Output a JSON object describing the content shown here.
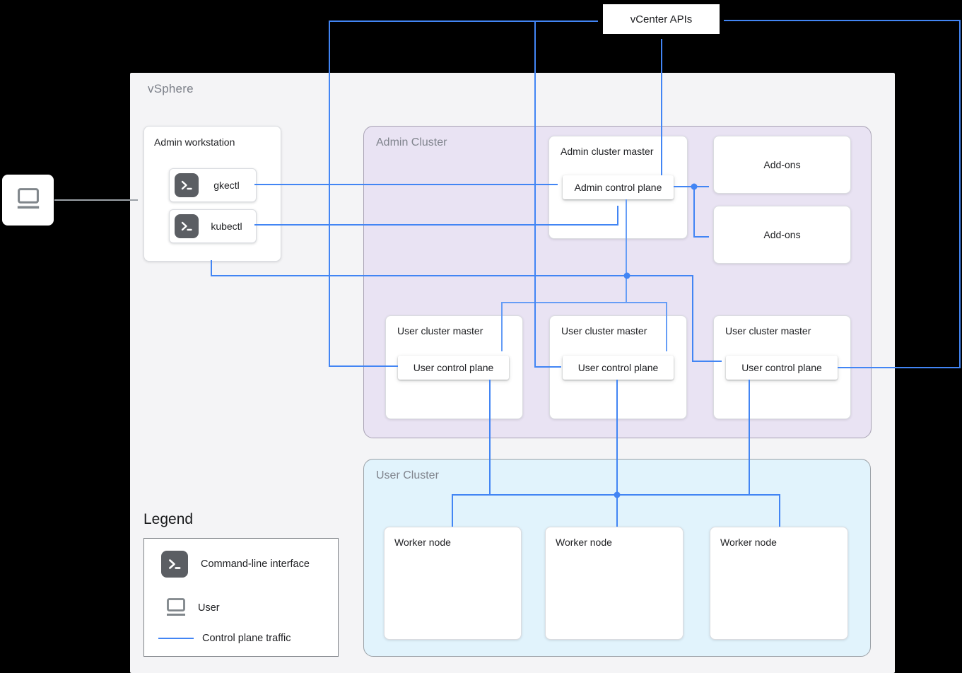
{
  "vcenter": {
    "label": "vCenter APIs"
  },
  "vsphere": {
    "label": "vSphere"
  },
  "workstation": {
    "title": "Admin workstation",
    "tools": [
      {
        "icon": "terminal-icon",
        "label": "gkectl"
      },
      {
        "icon": "terminal-icon",
        "label": "kubectl"
      }
    ]
  },
  "admin_cluster": {
    "label": "Admin Cluster",
    "master": {
      "title": "Admin cluster master",
      "control_plane": "Admin control plane"
    },
    "addons": [
      "Add-ons",
      "Add-ons"
    ],
    "user_masters": [
      {
        "title": "User cluster master",
        "control_plane": "User control plane"
      },
      {
        "title": "User cluster master",
        "control_plane": "User control plane"
      },
      {
        "title": "User cluster master",
        "control_plane": "User control plane"
      }
    ]
  },
  "user_cluster": {
    "label": "User Cluster",
    "workers": [
      "Worker node",
      "Worker node",
      "Worker node"
    ]
  },
  "legend": {
    "title": "Legend",
    "items": [
      {
        "icon": "terminal-icon",
        "label": "Command-line interface"
      },
      {
        "icon": "laptop-icon",
        "label": "User"
      },
      {
        "icon": "control-plane-line",
        "label": "Control plane traffic"
      }
    ]
  },
  "colors": {
    "control_plane_line": "#4285F4",
    "control_plane_line_light": "#669DF6",
    "user_arrow": "#9AA0A6",
    "admin_cluster_fill": "#E9E3F3",
    "user_cluster_fill": "#E1F3FC",
    "vsphere_panel_fill": "#F4F4F6",
    "terminal_icon_bg": "#5B5E63"
  }
}
